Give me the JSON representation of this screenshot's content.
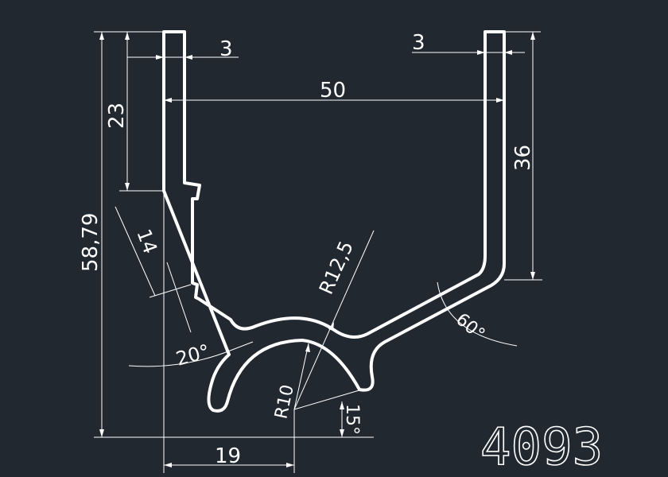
{
  "drawing": {
    "part_number": "4093",
    "dimensions": {
      "wall_left": "3",
      "wall_right": "3",
      "width": "50",
      "left_upper_height": "23",
      "right_height": "36",
      "total_height": "58,79",
      "slant_length": "14",
      "radius_outer": "R12,5",
      "radius_inner": "R10",
      "angle_left": "20°",
      "angle_right": "60°",
      "angle_bottom": "15°",
      "bottom_offset": "19"
    },
    "colors": {
      "background": "#212830",
      "lines": "#ffffff"
    }
  }
}
